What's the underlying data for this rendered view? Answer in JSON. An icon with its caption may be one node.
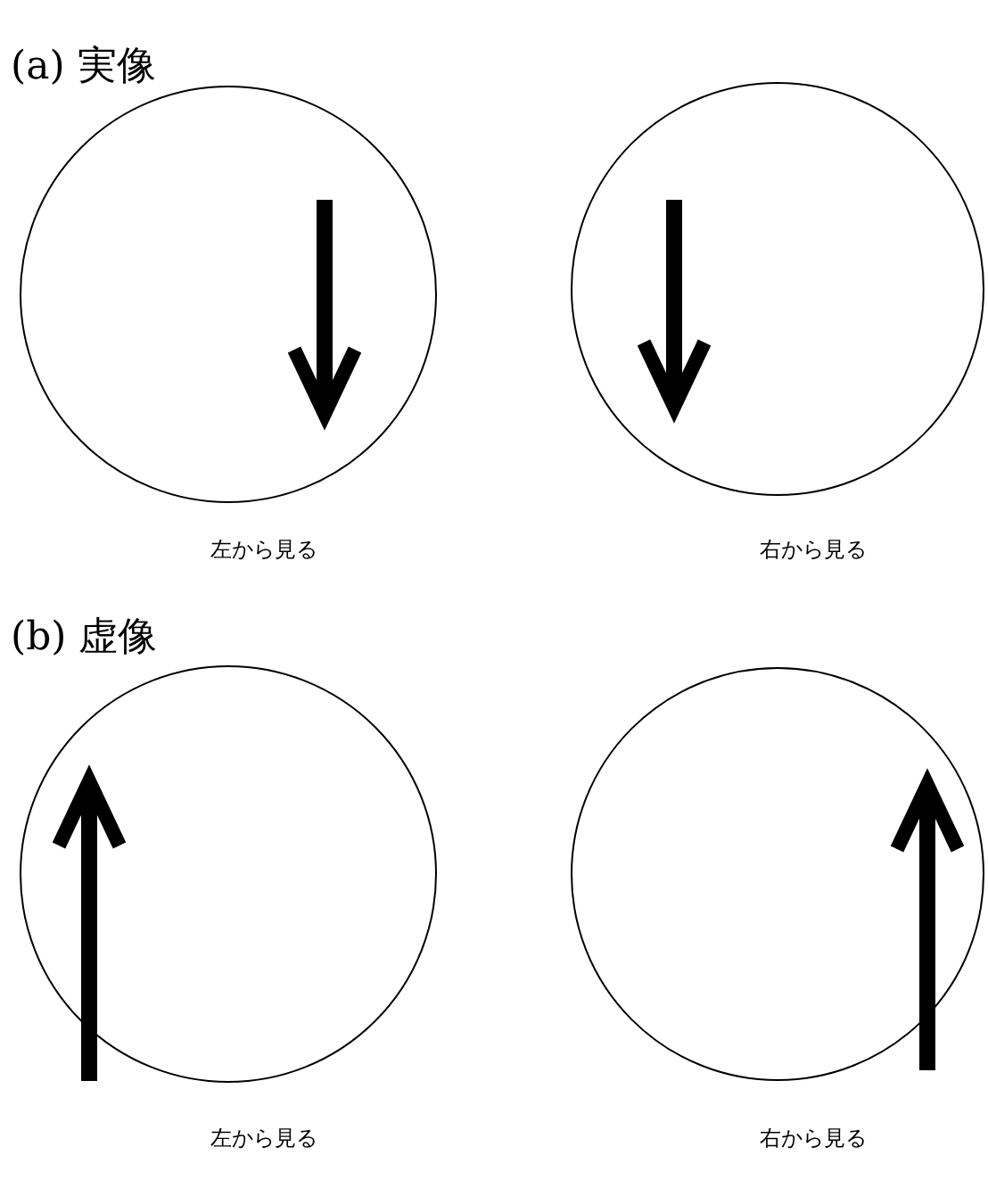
{
  "diagram": {
    "nodes": [
      {
        "text": [],
        "shape": "circle",
        "beside": [
          "左から見る"
        ]
      },
      {
        "text": [],
        "shape": "circle",
        "beside": [
          "右から見る"
        ]
      },
      {
        "text": [],
        "shape": "circle",
        "beside": [
          "左から見る"
        ]
      },
      {
        "text": [],
        "shape": "circle",
        "beside": [
          "右から見る"
        ]
      }
    ],
    "labels": [
      "(a) 実像",
      "(b) 虚像"
    ]
  }
}
